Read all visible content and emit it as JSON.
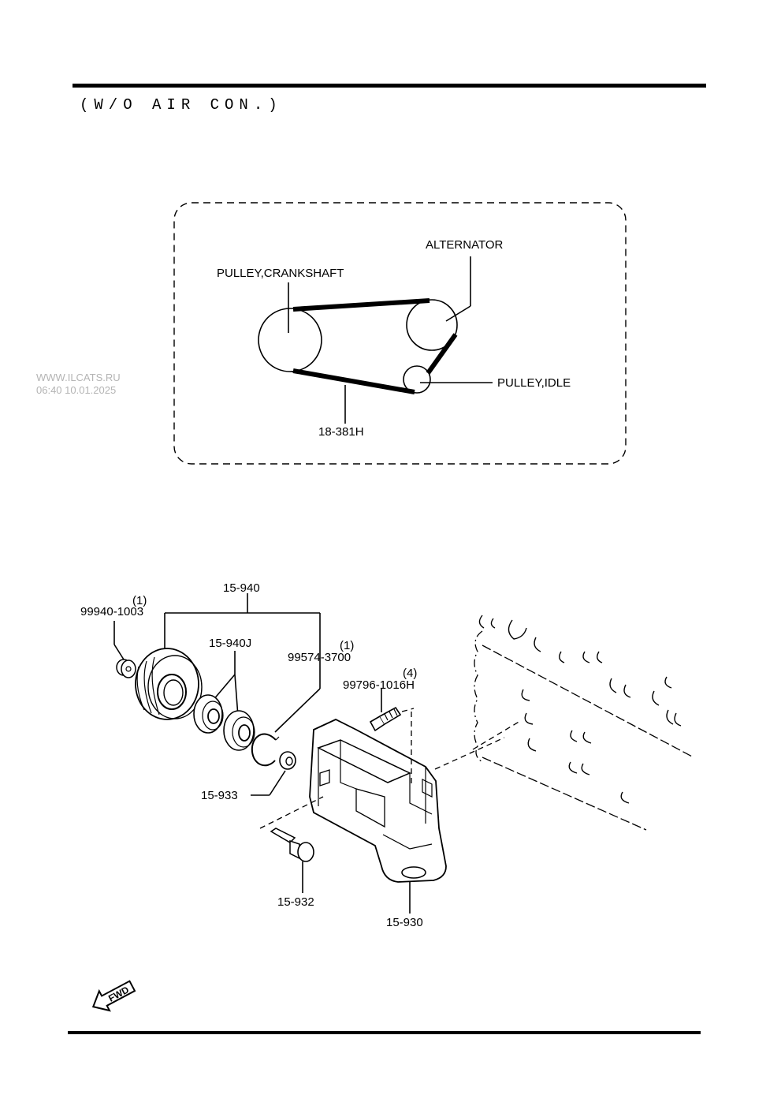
{
  "header": {
    "text": "(W/O AIR CON.)"
  },
  "watermark": {
    "line1": "WWW.ILCATS.RU",
    "line2": "06:40 10.01.2025"
  },
  "belt_diagram": {
    "alternator": "ALTERNATOR",
    "crankshaft_pulley": "PULLEY,CRANKSHAFT",
    "idle_pulley": "PULLEY,IDLE",
    "belt_part": "18-381H"
  },
  "parts": {
    "idler_pulley_assy": "15-940",
    "bearing": "15-940J",
    "nut_qty": "(1)",
    "nut": "99940-1003",
    "snap_ring_qty": "(1)",
    "snap_ring": "99574-3700",
    "bolt_qty": "(4)",
    "bolt": "99796-1016H",
    "spacer": "15-933",
    "shaft": "15-932",
    "bracket": "15-930"
  },
  "fwd_icon": {
    "text": "FWD"
  }
}
